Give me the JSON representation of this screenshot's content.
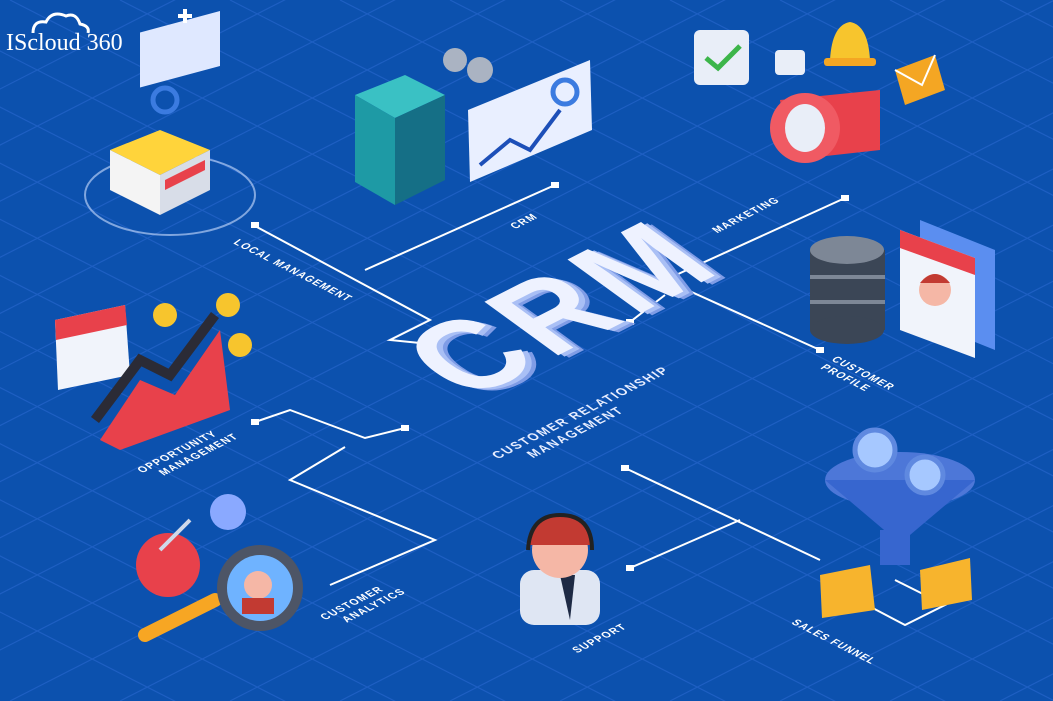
{
  "logo": {
    "text": "IScloud 360",
    "mark": "cloud-plus"
  },
  "center": {
    "title": "CRM",
    "subtitle_line1": "CUSTOMER RELATIONSHIP",
    "subtitle_line2": "MANAGEMENT"
  },
  "nodes": {
    "local_management": "LOCAL MANAGEMENT",
    "crm": "CRM",
    "marketing": "MARKETING",
    "customer_profile_1": "CUSTOMER",
    "customer_profile_2": "PROFILE",
    "opportunity_1": "OPPORTUNITY",
    "opportunity_2": "MANAGEMENT",
    "analytics_1": "CUSTOMER",
    "analytics_2": "ANALYTICS",
    "support": "SUPPORT",
    "sales_funnel": "SALES FUNNEL"
  },
  "colors": {
    "background": "#0c51ae",
    "grid": "#1c60c0",
    "line": "#ffffff",
    "red": "#e8414b",
    "yellow": "#f7c52d"
  }
}
